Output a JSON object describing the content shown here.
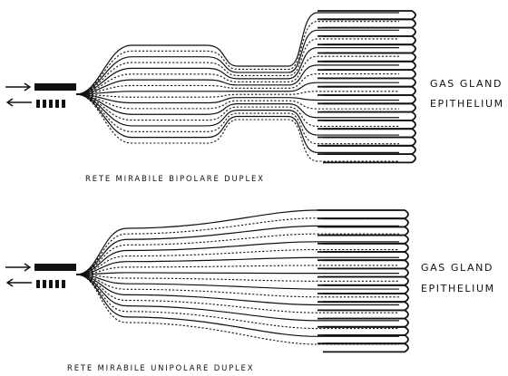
{
  "diagrams": [
    {
      "id": "bipolar",
      "caption": "RETE MIRABILE BIPOLARE DUPLEX",
      "side_label_line1": "GAS GLAND",
      "side_label_line2": "EPITHELIUM"
    },
    {
      "id": "unipolar",
      "caption": "RETE MIRABILE UNIPOLARE DUPLEX",
      "side_label_line1": "GAS GLAND",
      "side_label_line2": "EPITHELIUM"
    }
  ],
  "colors": {
    "ink": "#111111",
    "background": "#ffffff"
  },
  "icons": [
    "arrow-right-icon",
    "arrow-left-icon"
  ]
}
